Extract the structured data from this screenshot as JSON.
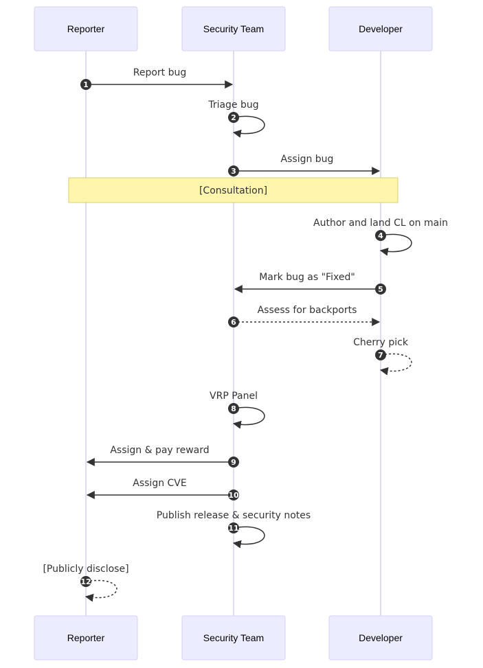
{
  "diagram": {
    "type": "sequence",
    "participants": [
      {
        "id": "reporter",
        "label": "Reporter"
      },
      {
        "id": "security",
        "label": "Security Team"
      },
      {
        "id": "developer",
        "label": "Developer"
      }
    ],
    "note": {
      "text": "[Consultation]",
      "from": "reporter",
      "to": "developer",
      "after_step": 3
    },
    "messages": [
      {
        "num": "1",
        "from": "reporter",
        "to": "security",
        "label": "Report bug",
        "style": "solid"
      },
      {
        "num": "2",
        "from": "security",
        "to": "security",
        "label": "Triage bug",
        "style": "solid"
      },
      {
        "num": "3",
        "from": "security",
        "to": "developer",
        "label": "Assign bug",
        "style": "solid"
      },
      {
        "num": "4",
        "from": "developer",
        "to": "developer",
        "label": "Author and land CL on main",
        "style": "solid"
      },
      {
        "num": "5",
        "from": "developer",
        "to": "security",
        "label": "Mark bug as \"Fixed\"",
        "style": "solid"
      },
      {
        "num": "6",
        "from": "security",
        "to": "developer",
        "label": "Assess for backports",
        "style": "dashed"
      },
      {
        "num": "7",
        "from": "developer",
        "to": "developer",
        "label": "Cherry pick",
        "style": "dashed"
      },
      {
        "num": "8",
        "from": "security",
        "to": "security",
        "label": "VRP Panel",
        "style": "solid"
      },
      {
        "num": "9",
        "from": "security",
        "to": "reporter",
        "label": "Assign & pay reward",
        "style": "solid"
      },
      {
        "num": "10",
        "from": "security",
        "to": "reporter",
        "label": "Assign CVE",
        "style": "solid"
      },
      {
        "num": "11",
        "from": "security",
        "to": "security",
        "label": "Publish release & security notes",
        "style": "solid"
      },
      {
        "num": "12",
        "from": "reporter",
        "to": "reporter",
        "label": "[Publicly disclose]",
        "style": "dashed"
      }
    ],
    "colors": {
      "actor_fill": "#ececff",
      "actor_border": "#d5d0f5",
      "lifeline": "#c9c5ee",
      "line": "#333333",
      "note_fill": "#fff5ad",
      "note_border": "#d9cf6a"
    }
  }
}
